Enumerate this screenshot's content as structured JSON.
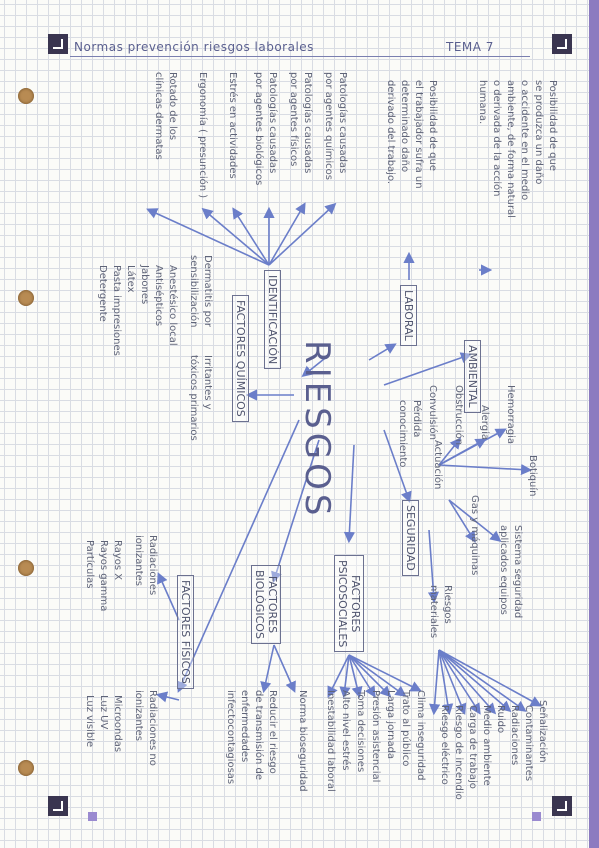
{
  "header": {
    "title": "Normas prevención riesgos laborales",
    "tema": "TEMA 7"
  },
  "center": "RIESGOS",
  "branches": {
    "ambiental": {
      "label": "AMBIENTAL",
      "note": "Posibilidad de que\nse produzca un daño\no accidente en el medio\nambiente, de forma natural\no derivada de la acción\nhumana."
    },
    "laboral": {
      "label": "LABORAL",
      "note": "Posibilidad de que\nel trabajador sufra un\ndeterminado daño\nderivado del trabajo."
    },
    "identificacion": {
      "label": "IDENTIFICACIÓN",
      "items": [
        "Patologías causadas\npor agentes químicos",
        "Patologías causadas\npor agentes físicos",
        "Patologías causadas\npor agentes biológicos",
        "Estrés en actividades",
        "Ergonomía ( presunción )",
        "Rotado de los\nclínicas dermatas"
      ]
    },
    "quimicos": {
      "label": "FACTORES QUÍMICOS",
      "left": "Dermatitis por\nsensibilización",
      "right": "Irritantes y\ntóxicos primarios",
      "list": [
        "Anestésico local",
        "Antisépticos",
        "Jabones",
        "Látex",
        "Pasta impresiones",
        "Detergente"
      ]
    },
    "seguridad": {
      "label": "SEGURIDAD",
      "actuacion": "Actuación",
      "left_items": [
        "Hemorragia",
        "Alergia",
        "Obstrucción",
        "Convulsión",
        "Pérdida\nconocimiento"
      ],
      "right_items": [
        "Botiquín",
        "Sistema seguridad\naplicados equipos",
        "Gas y máquinas",
        "Riesgos\nmateriales"
      ],
      "materiales": [
        "Señalización",
        "Contaminantes",
        "Radiaciones",
        "Ruido",
        "Medio ambiente",
        "Carga de trabajo",
        "Riesgo de incendio",
        "Riesgo eléctrico"
      ]
    },
    "psicosociales": {
      "label": "FACTORES\nPSICOSOCIALES",
      "items": [
        "Clima inseguridad",
        "Trato al público",
        "Larga jornada",
        "Presión asistencial",
        "Toma decisiones",
        "Alto nivel estrés",
        "Inestabilidad laboral"
      ]
    },
    "biologicos": {
      "label": "FACTORES\nBIOLÓGICOS",
      "items": [
        "Norma bioseguridad",
        "Reducir el riesgo\nde transmisión de\nenfermedades\ninfectocontagiosas"
      ]
    },
    "fisicos": {
      "label": "FACTORES FÍSICOS",
      "ionizantes": "Radiaciones\nionizantes",
      "ion_list": [
        "Rayos X",
        "Rayos gamma",
        "Partículas"
      ],
      "no_ionizantes": "Radiaciones no\nionizantes",
      "noion_list": [
        "Microondas",
        "Luz UV",
        "Luz visible"
      ]
    }
  },
  "colors": {
    "accent": "#5a5f8f",
    "arrow": "#6b7ec9",
    "edge": "#8c7bc0"
  }
}
